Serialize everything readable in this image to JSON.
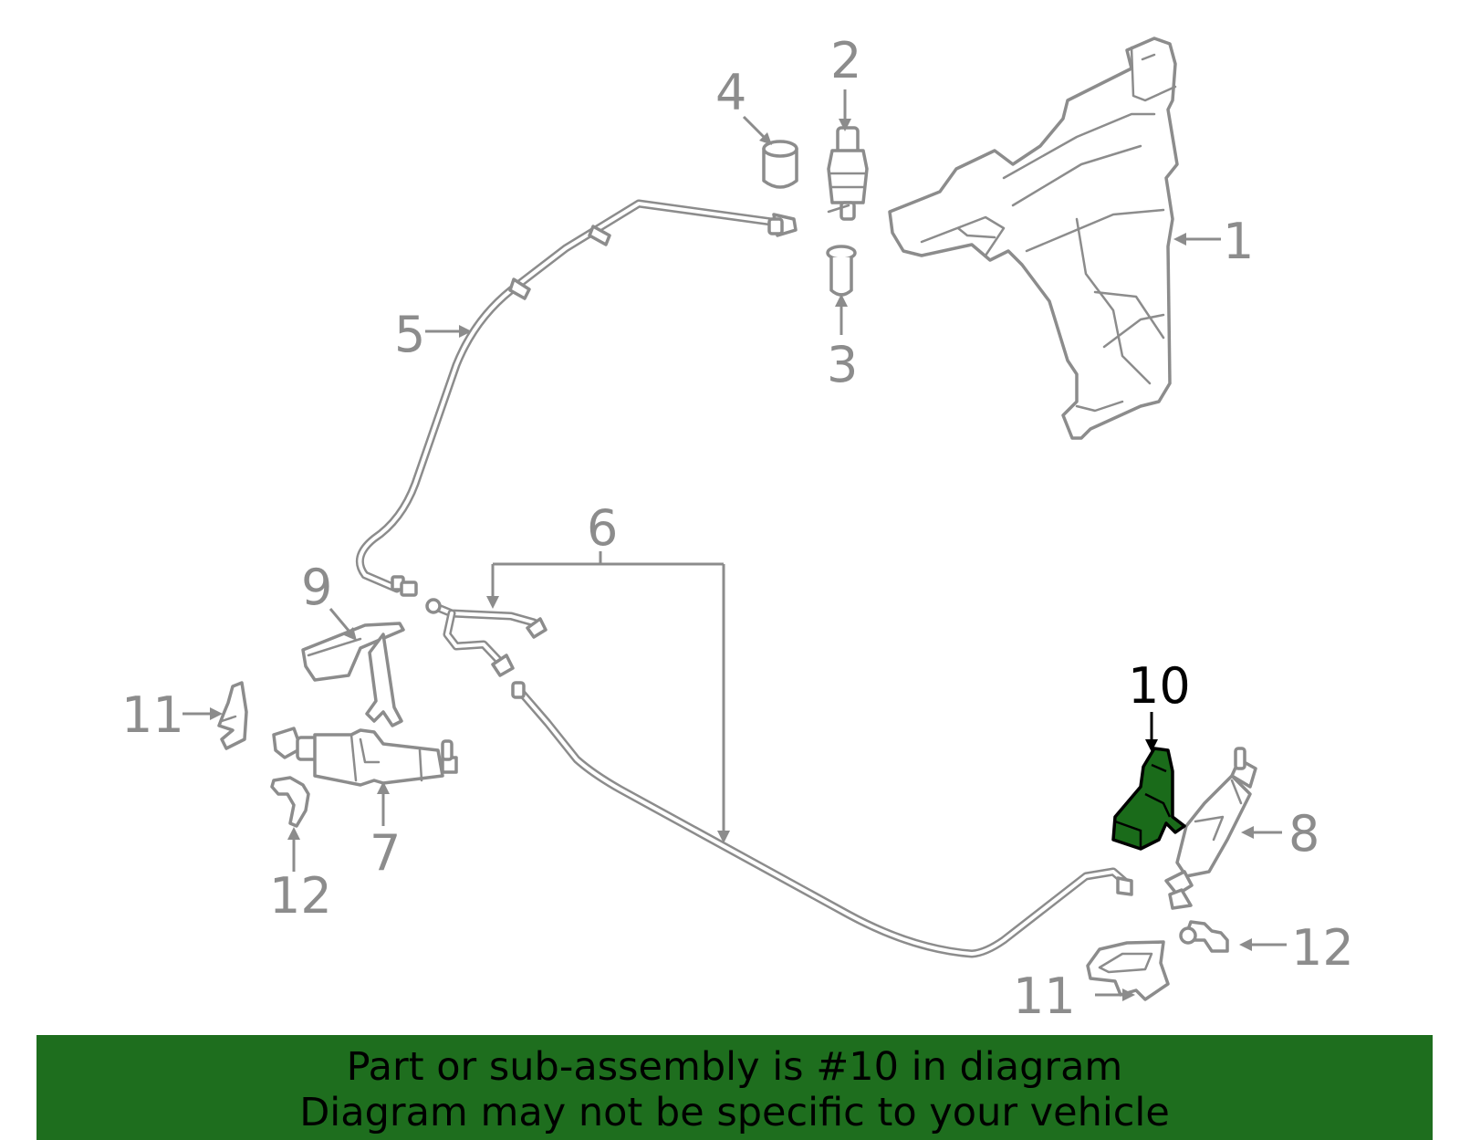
{
  "callouts": {
    "c1": "1",
    "c2": "2",
    "c3": "3",
    "c4": "4",
    "c5": "5",
    "c6": "6",
    "c7": "7",
    "c8": "8",
    "c9": "9",
    "c10": "10",
    "c11_left": "11",
    "c11_right": "11",
    "c12_left": "12",
    "c12_right": "12"
  },
  "highlighted_part": "10",
  "banner": {
    "line1": "Part or sub-assembly is #10 in diagram",
    "line2": "Diagram may not be specific to your vehicle"
  },
  "colors": {
    "line_art": "#8c8c8c",
    "highlight_fill": "#1a6b1a",
    "banner_background": "#1e6e1e"
  }
}
